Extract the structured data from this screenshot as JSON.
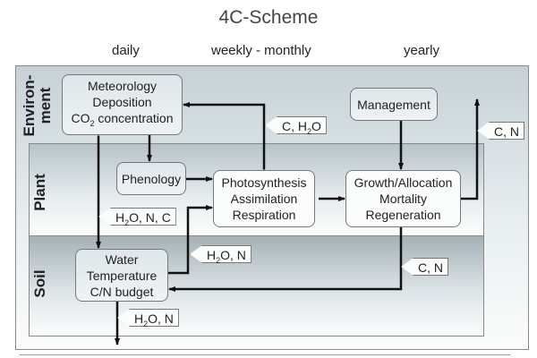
{
  "title": "4C-Scheme",
  "columns": [
    "daily",
    "weekly - monthly",
    "yearly"
  ],
  "layers": {
    "environment": [
      "Environ-",
      "ment"
    ],
    "plant": "Plant",
    "soil": "Soil"
  },
  "boxes": {
    "meteorology": [
      "Meteorology",
      "Deposition",
      "CO",
      "2",
      " concentration"
    ],
    "phenology": "Phenology",
    "photosynthesis": [
      "Photosynthesis",
      "Assimilation",
      "Respiration"
    ],
    "management": "Management",
    "growth": [
      "Growth/Allocation",
      "Mortality",
      "Regeneration"
    ],
    "soil_processes": [
      "Water",
      "Temperature",
      "C/N budget"
    ]
  },
  "flows": {
    "c_h2o": [
      "C, H",
      "2",
      "O"
    ],
    "c_n_out": "C, N",
    "h2o_n_c": [
      "H",
      "2",
      "O, N, C"
    ],
    "h2o_n_up": [
      "H",
      "2",
      "O, N"
    ],
    "c_n_litter": "C, N",
    "h2o_n_leach": [
      "H",
      "2",
      "O, N"
    ]
  }
}
